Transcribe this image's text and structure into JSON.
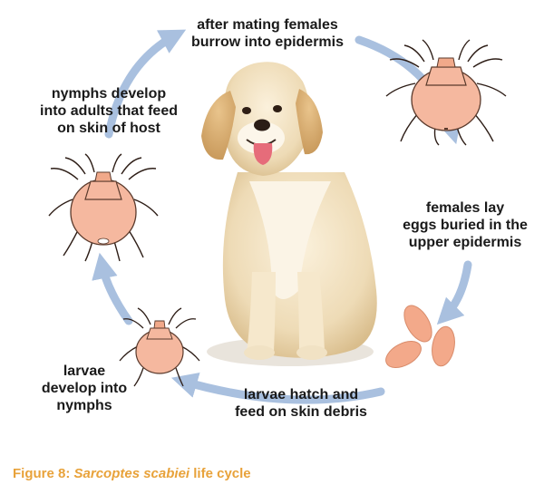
{
  "stages": [
    {
      "id": "mating",
      "lines": [
        "after mating females",
        "burrow into epidermis"
      ]
    },
    {
      "id": "eggs",
      "lines": [
        "females lay",
        "eggs buried in the",
        "upper epidermis"
      ]
    },
    {
      "id": "hatch",
      "lines": [
        "larvae hatch and",
        "feed on skin debris"
      ]
    },
    {
      "id": "larvae",
      "lines": [
        "larvae",
        "develop into",
        "nymphs"
      ]
    },
    {
      "id": "nymphs",
      "lines": [
        "nymphs develop",
        "into adults that feed",
        "on skin of host"
      ]
    }
  ],
  "caption": {
    "prefix": "Figure 8: ",
    "species": "Sarcoptes scabiei",
    "suffix": " life cycle"
  },
  "colors": {
    "arrow": "#a9c0df",
    "mite_body": "#f5b89f",
    "mite_outline": "#5a3a2c",
    "egg": "#f3a98a",
    "caption": "#e8a23a"
  },
  "icons": [
    "mite-adult-icon",
    "mite-nymph-icon",
    "mite-larva-icon",
    "egg-cluster-icon",
    "dog-illustration"
  ]
}
